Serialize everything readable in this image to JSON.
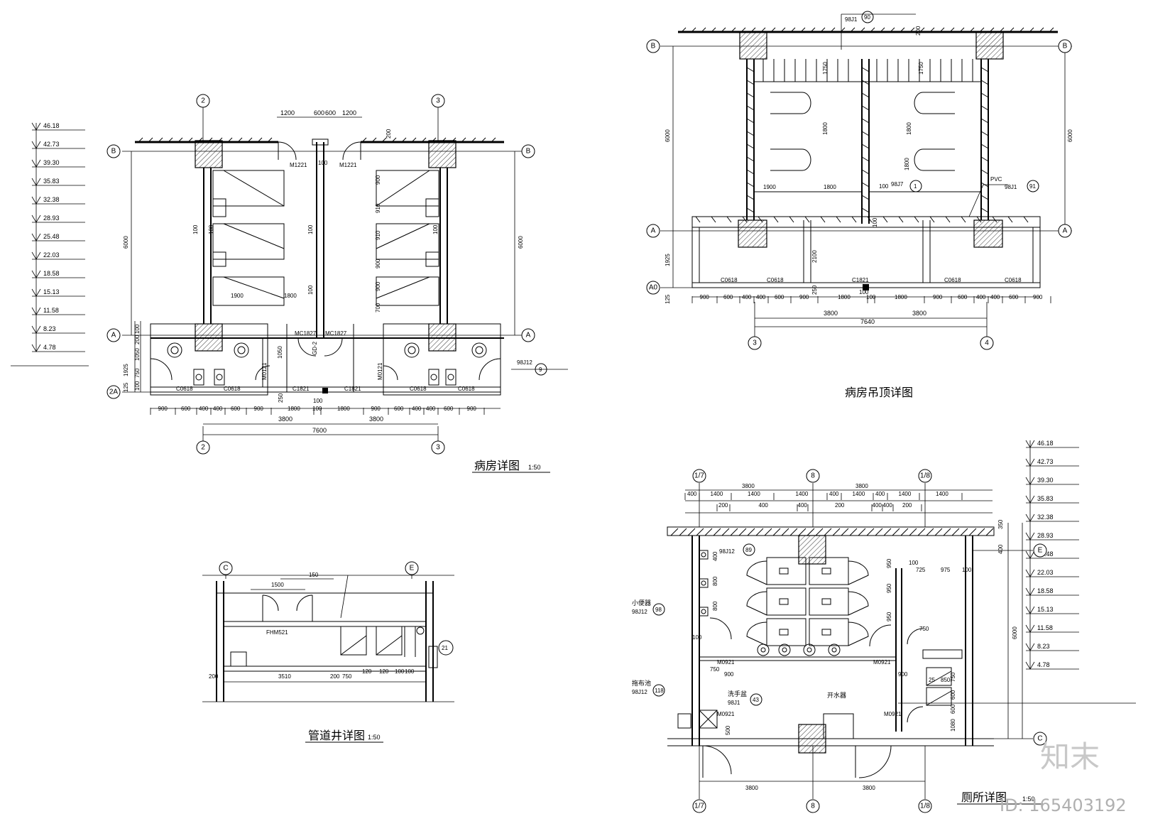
{
  "titles": {
    "ward_detail": "病房详图",
    "ward_scale": "1:50",
    "ceiling": "病房吊顶详图",
    "pipe_shaft": "管道井详图",
    "pipe_scale": "1:50",
    "toilet": "厕所详图",
    "toilet_scale": "1:50"
  },
  "elevations": [
    "46.18",
    "42.73",
    "39.30",
    "35.83",
    "32.38",
    "28.93",
    "25.48",
    "22.03",
    "18.58",
    "15.13",
    "11.58",
    "8.23",
    "4.78"
  ],
  "axes": {
    "c2": "2",
    "c3": "3",
    "c4": "4",
    "rA": "A",
    "rB": "B",
    "r2A": "2A",
    "rA0": "A0",
    "c7": "1/7",
    "c8": "8",
    "c8b": "1/8",
    "rE": "E",
    "rC": "C",
    "rEp": "E"
  },
  "ward": {
    "top_dims": [
      "1200",
      "600",
      "600",
      "1200"
    ],
    "doors": [
      "M1221",
      "M1221",
      "MC1827",
      "MC1827",
      "M0121",
      "M0121"
    ],
    "windows": [
      "C0618",
      "C0618",
      "C1821",
      "C1821",
      "C0618",
      "C0618"
    ],
    "left_dims": [
      "6000",
      "1925",
      "1050",
      "750",
      "100",
      "200",
      "100"
    ],
    "right_dims": [
      "6000"
    ],
    "inner_dims": [
      "100",
      "100",
      "100",
      "100",
      "100",
      "900",
      "910",
      "910",
      "900",
      "900",
      "700",
      "1900",
      "1800",
      "100",
      "1050",
      "250",
      "100"
    ],
    "bottom_dims": [
      "900",
      "600",
      "400",
      "400",
      "600",
      "900",
      "1800",
      "100",
      "1800",
      "900",
      "600",
      "400",
      "400",
      "600",
      "900"
    ],
    "sub_dims": [
      "3800",
      "3800"
    ],
    "total": "7600",
    "wall_note": "98J12",
    "wall_note_ref": "9",
    "vert_label": "GD-2",
    "side_125": "125",
    "side_200": "200"
  },
  "ceiling": {
    "top_note": "98J1",
    "top_note_ref": "90",
    "top_dim": "200",
    "rows_dims": [
      "1750",
      "1750",
      "1800",
      "1800",
      "6000",
      "6000",
      "100",
      "100"
    ],
    "mid_dims": [
      "1900",
      "1800",
      "1800"
    ],
    "note_left": "98J7",
    "note_left_ref": "1",
    "note_right_label": "PVC",
    "note_right": "98J1",
    "note_right_ref": "91",
    "windows": [
      "C0618",
      "C0618",
      "C1821",
      "C0618",
      "C0618"
    ],
    "vert_dims": [
      "1925",
      "125",
      "2100",
      "250",
      "100"
    ],
    "bottom_dims": [
      "900",
      "600",
      "400",
      "400",
      "600",
      "900",
      "1800",
      "100",
      "1800",
      "900",
      "600",
      "400",
      "400",
      "600",
      "900"
    ],
    "sub_dims": [
      "3800",
      "3800"
    ],
    "total": "7640"
  },
  "pipe": {
    "top_label": "150",
    "dim1": "1500",
    "door": "FHM521",
    "bottom_dims": [
      "200",
      "3510",
      "200",
      "750",
      "120",
      "120",
      "100",
      "100"
    ],
    "note_ref": "21"
  },
  "toilet": {
    "top_dims": [
      "3800",
      "3800"
    ],
    "sub_dims": [
      "400",
      "1400",
      "1400",
      "1400",
      "400",
      "1400",
      "400",
      "1400",
      "1400"
    ],
    "mini_dims": [
      "200",
      "400",
      "400",
      "200",
      "400",
      "400",
      "200"
    ],
    "right_dims": [
      "350",
      "400",
      "6000"
    ],
    "labels": {
      "mop": "98J12",
      "mop_ref": "89",
      "urinal": "小便器",
      "urinal_note": "98J12",
      "urinal_ref": "98",
      "fountain": "拖布池",
      "fountain_note": "98J12",
      "fountain_ref": "118",
      "wash": "洗手盆",
      "wash_note": "98J1",
      "wash_ref": "43",
      "switch": "开水器"
    },
    "doors": [
      "M0921",
      "M0921",
      "M0921",
      "M0921"
    ],
    "inner_dims": [
      "400",
      "800",
      "800",
      "100",
      "950",
      "950",
      "950",
      "100",
      "725",
      "975",
      "100",
      "750",
      "750",
      "900",
      "900",
      "850",
      "25",
      "750",
      "600",
      "600",
      "1080",
      "500"
    ],
    "bottom_dims": [
      "3800",
      "3800"
    ]
  },
  "watermark": {
    "logo": "知末",
    "id": "ID: 165403192"
  }
}
